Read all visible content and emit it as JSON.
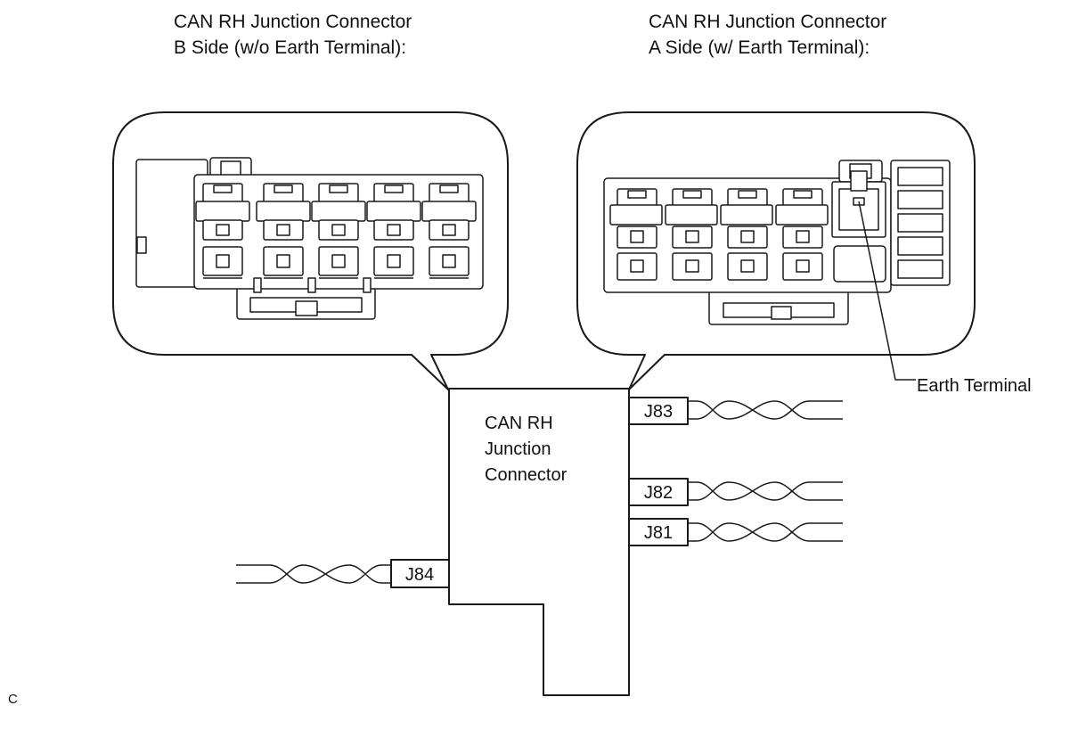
{
  "callouts": {
    "b_side": {
      "title_line1": "CAN RH Junction Connector",
      "title_line2": "B Side (w/o Earth Terminal):"
    },
    "a_side": {
      "title_line1": "CAN RH Junction Connector",
      "title_line2": "A Side (w/ Earth Terminal):"
    }
  },
  "earth_terminal_label": "Earth Terminal",
  "junction": {
    "line1": "CAN RH",
    "line2": "Junction",
    "line3": "Connector"
  },
  "connectors": {
    "j83": "J83",
    "j82": "J82",
    "j81": "J81",
    "j84": "J84"
  },
  "corner_code": "C"
}
